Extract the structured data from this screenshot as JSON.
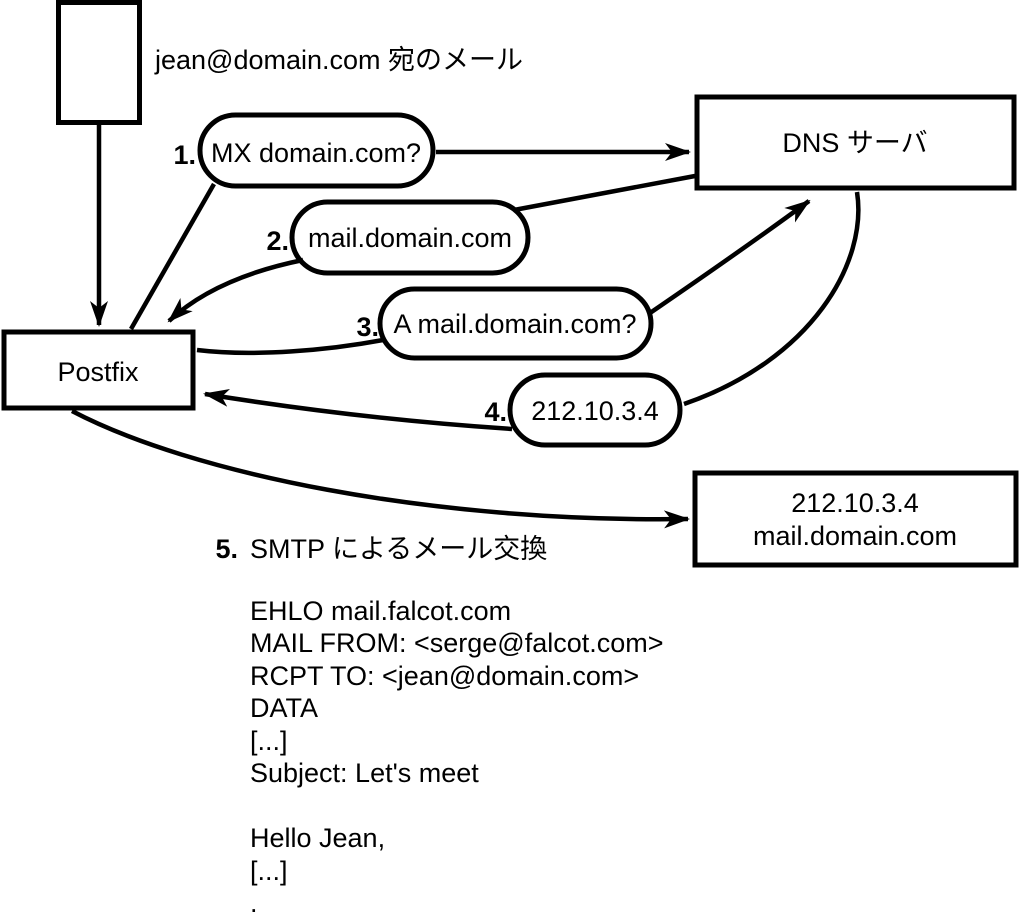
{
  "mail_note": "jean@domain.com 宛のメール",
  "nodes": {
    "postfix": "Postfix",
    "dns": "DNS サーバ",
    "mail_server_line1": "212.10.3.4",
    "mail_server_line2": "mail.domain.com"
  },
  "steps": [
    {
      "num": "1.",
      "label": "MX domain.com?"
    },
    {
      "num": "2.",
      "label": "mail.domain.com"
    },
    {
      "num": "3.",
      "label": "A mail.domain.com?"
    },
    {
      "num": "4.",
      "label": "212.10.3.4"
    },
    {
      "num": "5.",
      "label": "SMTP によるメール交換"
    }
  ],
  "smtp": {
    "lines": [
      "EHLO mail.falcot.com",
      "MAIL FROM: <serge@falcot.com>",
      "RCPT TO: <jean@domain.com>",
      "DATA",
      "[...]",
      "Subject: Let's meet",
      "",
      "Hello Jean,",
      "[...]",
      "."
    ]
  },
  "colors": {
    "ink": "#000000",
    "background": "#ffffff"
  }
}
